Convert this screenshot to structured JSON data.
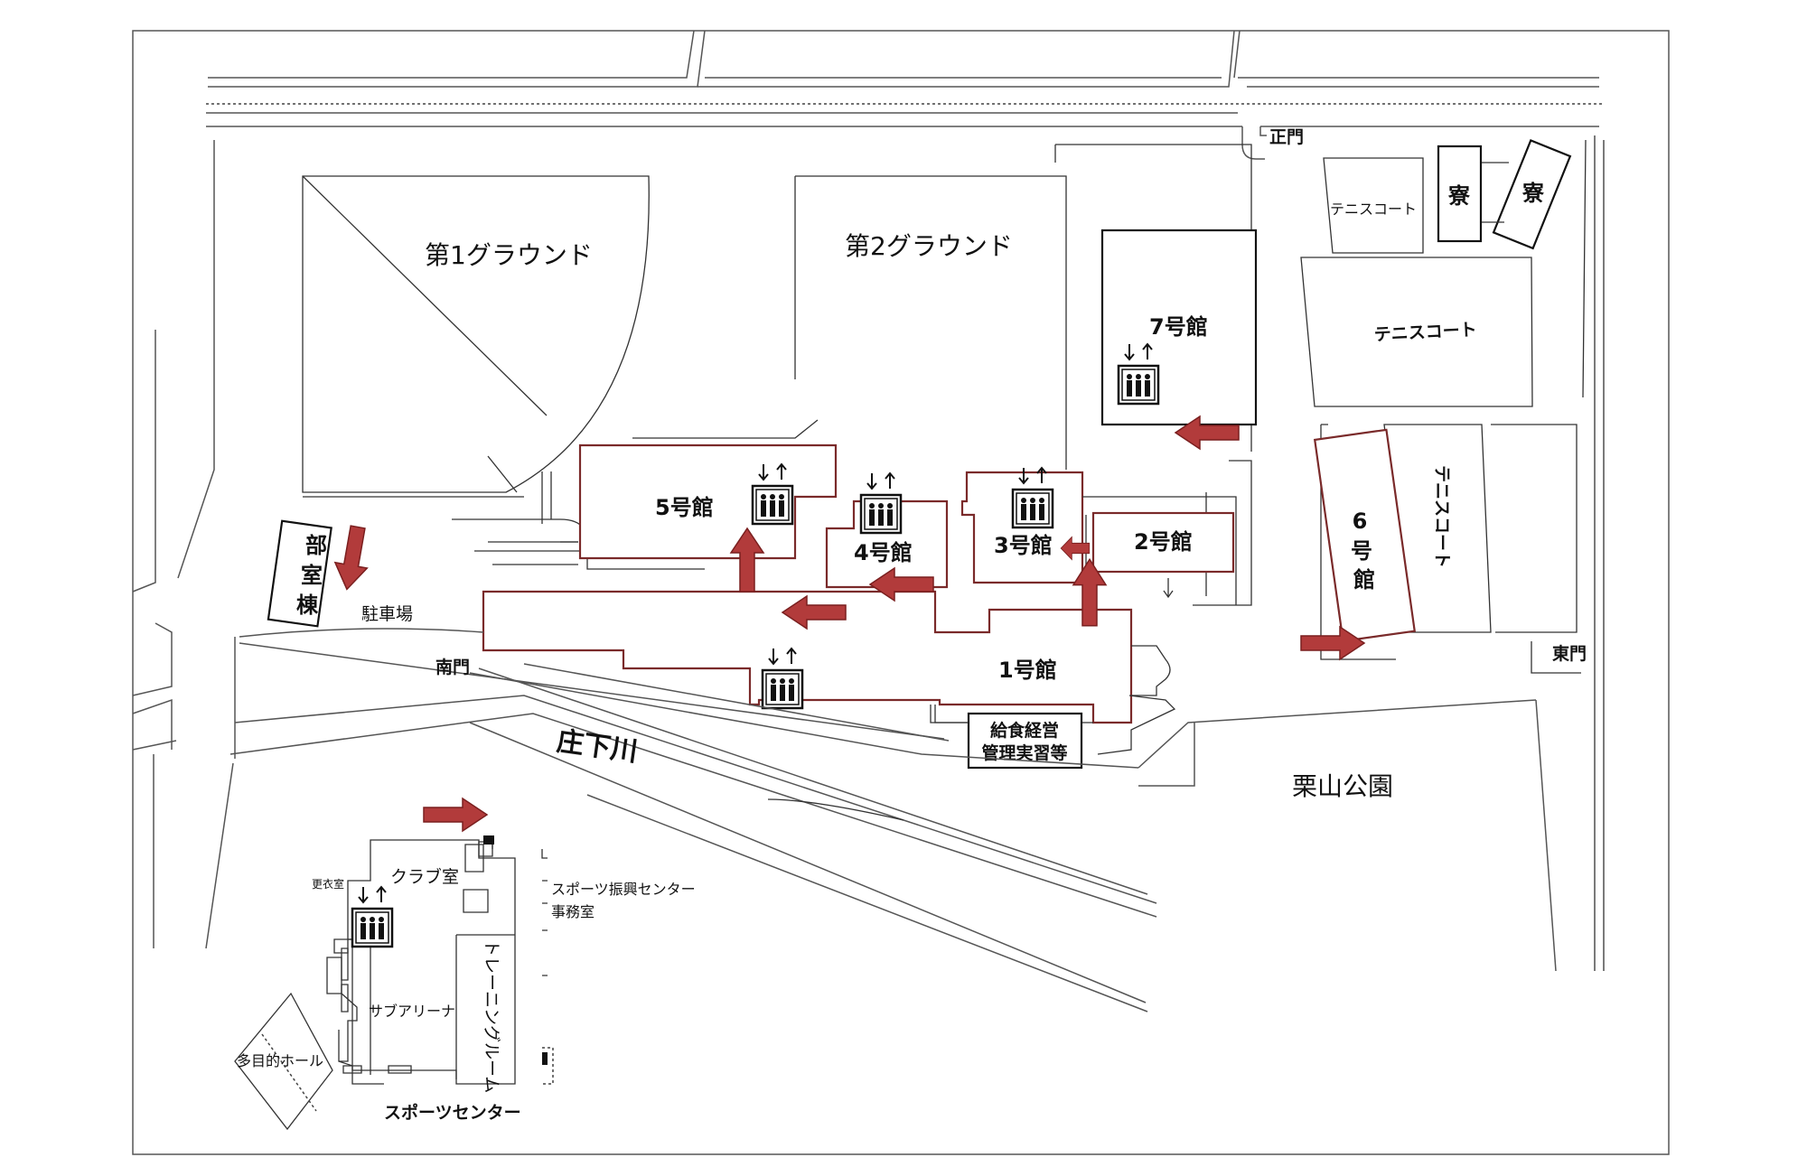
{
  "labels": {
    "ground1": "第1グラウンド",
    "ground2": "第2グラウンド",
    "bldg1": "1号館",
    "bldg2": "2号館",
    "bldg3": "3号館",
    "bldg4": "4号館",
    "bldg5": "5号館",
    "bldg6": "6号館",
    "bldg7": "7号館",
    "club_building": "部室棟",
    "parking": "駐車場",
    "south_gate": "南門",
    "main_gate": "正門",
    "east_gate": "東門",
    "river": "庄下川",
    "park": "栗山公園",
    "food_service": [
      "給食経営",
      "管理実習等"
    ],
    "tennis_court": "テニスコート",
    "dormitory": "寮",
    "sports_center": "スポーツセンター",
    "club_room": "クラブ室",
    "locker_room": "更衣室",
    "sports_promotion_center": "スポーツ振興センター",
    "office": "事務室",
    "training_room": "トレーニングルーム",
    "sub_arena": "サブアリーナ",
    "multipurpose_hall": "多目的ホール"
  },
  "icons": {
    "elevator": "elevator-icon",
    "entrance_arrow": "entrance-arrow-icon"
  },
  "colors": {
    "building_outline": "#7a2a2a",
    "arrow_fill": "#b23b3b"
  }
}
